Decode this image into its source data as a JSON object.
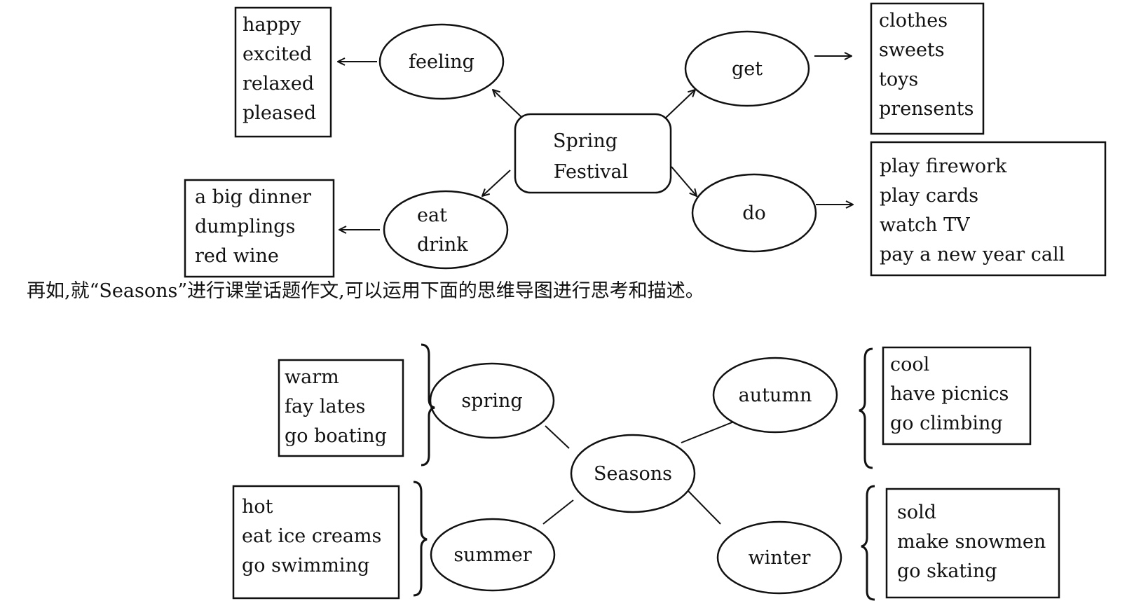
{
  "spring_map": {
    "center": [
      "Spring",
      "Festival"
    ],
    "nodes": {
      "feeling": [
        "feeling"
      ],
      "get": [
        "get"
      ],
      "eat": [
        "eat",
        "drink"
      ],
      "do": [
        "do"
      ]
    },
    "lists": {
      "feeling": [
        "happy",
        "excited",
        "relaxed",
        "pleased"
      ],
      "get": [
        "clothes",
        "sweets",
        "toys",
        "prensents"
      ],
      "eat": [
        "a big dinner",
        "dumplings",
        "red wine"
      ],
      "do": [
        "play firework",
        "play cards",
        "watch TV",
        "pay a new year call"
      ]
    }
  },
  "caption": "再如,就“Seasons”进行课堂话题作文,可以运用下面的思维导图进行思考和描述。",
  "seasons_map": {
    "center": "Seasons",
    "nodes": {
      "spring": "spring",
      "autumn": "autumn",
      "summer": "summer",
      "winter": "winter"
    },
    "lists": {
      "spring": [
        "warm",
        "fay lates",
        "go boating"
      ],
      "autumn": [
        "cool",
        "have picnics",
        "go climbing"
      ],
      "summer": [
        "hot",
        "eat ice creams",
        "go swimming"
      ],
      "winter": [
        "sold",
        "make snowmen",
        "go skating"
      ]
    }
  }
}
